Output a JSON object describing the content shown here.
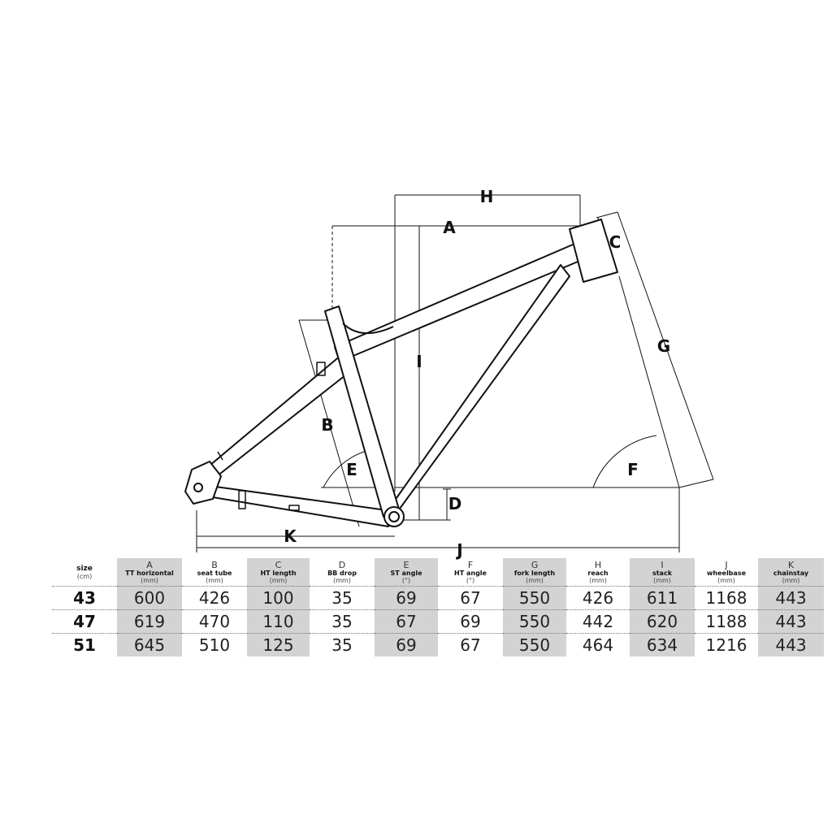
{
  "diagram_labels": {
    "A": "A",
    "B": "B",
    "C": "C",
    "D": "D",
    "E": "E",
    "F": "F",
    "G": "G",
    "H": "H",
    "I": "I",
    "J": "J",
    "K": "K"
  },
  "table": {
    "size_header": {
      "name": "size",
      "unit": "(cm)"
    },
    "columns": [
      {
        "letter": "A",
        "name": "TT horizontal",
        "unit": "(mm)"
      },
      {
        "letter": "B",
        "name": "seat tube",
        "unit": "(mm)"
      },
      {
        "letter": "C",
        "name": "HT length",
        "unit": "(mm)"
      },
      {
        "letter": "D",
        "name": "BB drop",
        "unit": "(mm)"
      },
      {
        "letter": "E",
        "name": "ST angle",
        "unit": "(°)"
      },
      {
        "letter": "F",
        "name": "HT angle",
        "unit": "(°)"
      },
      {
        "letter": "G",
        "name": "fork length",
        "unit": "(mm)"
      },
      {
        "letter": "H",
        "name": "reach",
        "unit": "(mm)"
      },
      {
        "letter": "I",
        "name": "stack",
        "unit": "(mm)"
      },
      {
        "letter": "J",
        "name": "wheelbase",
        "unit": "(mm)"
      },
      {
        "letter": "K",
        "name": "chainstay",
        "unit": "(mm)"
      }
    ],
    "rows": [
      {
        "size": "43",
        "values": [
          "600",
          "426",
          "100",
          "35",
          "69",
          "67",
          "550",
          "426",
          "611",
          "1168",
          "443"
        ]
      },
      {
        "size": "47",
        "values": [
          "619",
          "470",
          "110",
          "35",
          "67",
          "69",
          "550",
          "442",
          "620",
          "1188",
          "443"
        ]
      },
      {
        "size": "51",
        "values": [
          "645",
          "510",
          "125",
          "35",
          "69",
          "67",
          "550",
          "464",
          "634",
          "1216",
          "443"
        ]
      }
    ]
  }
}
